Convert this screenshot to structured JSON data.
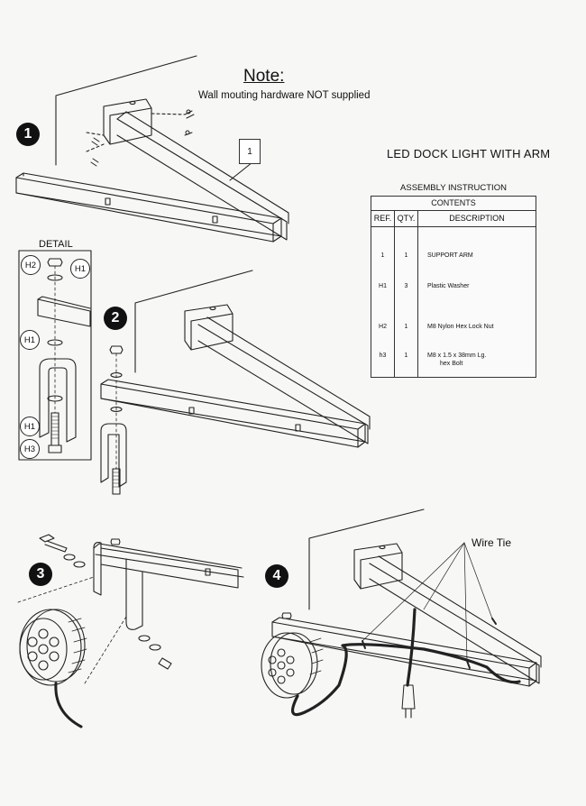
{
  "note": {
    "title": "Note:",
    "text": "Wall mouting hardware NOT supplied"
  },
  "product_title": "LED DOCK LIGHT WITH ARM",
  "steps": [
    "1",
    "2",
    "3",
    "4"
  ],
  "callout_ref": "1",
  "detail": {
    "title": "DETAIL",
    "labels": [
      "H2",
      "H1",
      "H1",
      "H1",
      "H3"
    ]
  },
  "wire_tie_label": "Wire Tie",
  "assembly": {
    "heading": "ASSEMBLY INSTRUCTION",
    "contents_label": "CONTENTS",
    "columns": [
      "REF.",
      "QTY.",
      "DESCRIPTION"
    ],
    "rows": [
      {
        "ref": "1",
        "qty": "1",
        "description": "SUPPORT ARM",
        "description2": ""
      },
      {
        "ref": "H1",
        "qty": "3",
        "description": "Plastic Washer",
        "description2": ""
      },
      {
        "ref": "H2",
        "qty": "1",
        "description": "M8 Nylon Hex Lock Nut",
        "description2": ""
      },
      {
        "ref": "h3",
        "qty": "1",
        "description": "M8 x 1.5 x 38mm Lg.",
        "description2": "hex Bolt"
      }
    ]
  },
  "icons": {
    "washer": "washer-icon",
    "nut": "hex-nut-icon",
    "bolt": "hex-bolt-icon",
    "light": "led-light-icon",
    "plug": "plug-icon"
  },
  "colors": {
    "ink": "#111111",
    "paper": "#f7f7f5"
  }
}
